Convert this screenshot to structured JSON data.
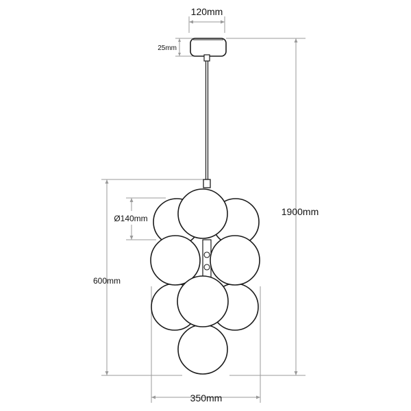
{
  "dimensions": {
    "canopy_width": "120mm",
    "canopy_height": "25mm",
    "total_height": "1900mm",
    "globe_diameter": "Ø140mm",
    "fixture_height": "600mm",
    "fixture_width": "350mm"
  },
  "colors": {
    "stroke": "#1a1a1a",
    "dimension_line": "#9a9a9a",
    "text": "#111111",
    "background": "#ffffff"
  }
}
